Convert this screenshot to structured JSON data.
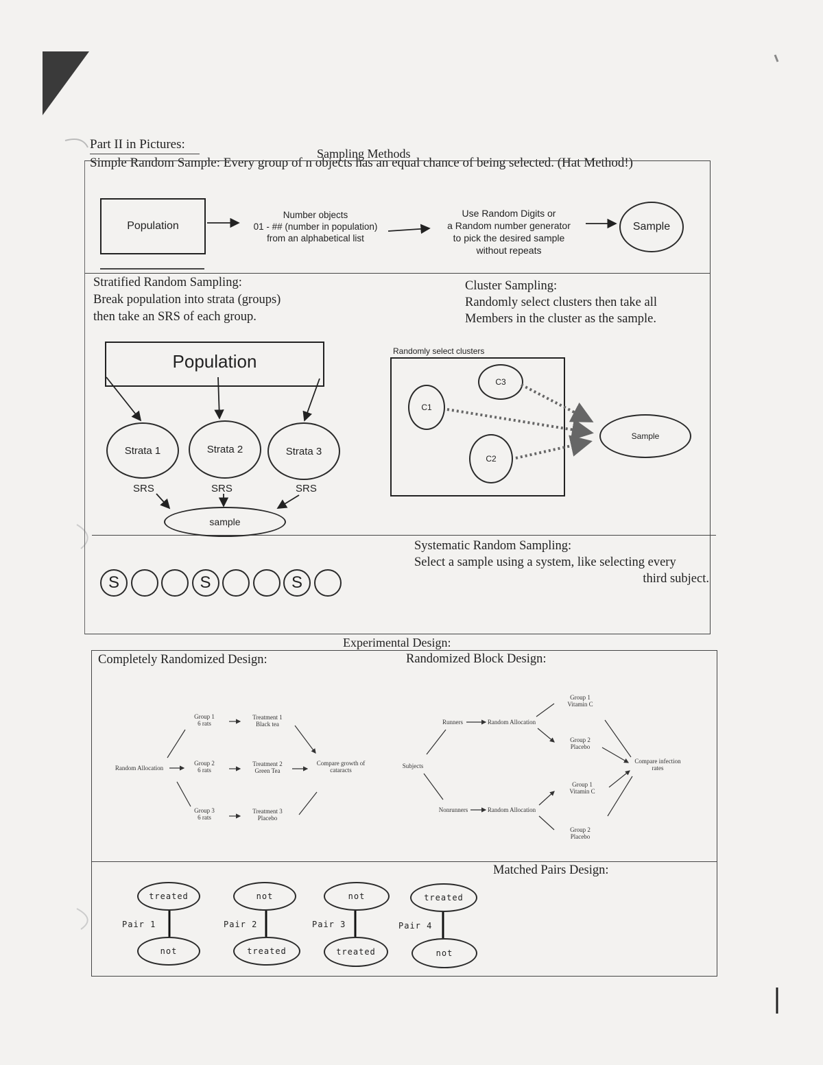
{
  "header": {
    "part_title": "Part II in Pictures:",
    "sampling_title": "Sampling Methods"
  },
  "srs": {
    "heading": "Simple Random Sample:",
    "description": "Every group of n objects has an equal chance of being selected. (Hat Method!)",
    "population": "Population",
    "step1": [
      "Number objects",
      "01 - ## (number in population)",
      "from an alphabetical list"
    ],
    "step2": [
      "Use Random Digits or",
      "a Random number generator",
      "to pick the desired sample",
      "without repeats"
    ],
    "sample": "Sample"
  },
  "stratified": {
    "heading": "Stratified Random Sampling:",
    "lines": [
      "Break population into strata (groups)",
      "then take an SRS of each group."
    ],
    "population": "Population",
    "strata": [
      "Strata 1",
      "Strata 2",
      "Strata 3"
    ],
    "srs_label": "SRS",
    "sample": "sample"
  },
  "cluster": {
    "heading": "Cluster Sampling:",
    "lines": [
      "Randomly select clusters then take all",
      "Members in the cluster as the sample."
    ],
    "box_label": "Randomly select clusters",
    "clusters": [
      "C1",
      "C3",
      "C2"
    ],
    "sample": "Sample"
  },
  "systematic": {
    "heading": "Systematic Random Sampling:",
    "lines": [
      "Select a sample using a system, like selecting every",
      "third subject."
    ],
    "circles": [
      "S",
      "",
      "",
      "S",
      "",
      "",
      "S",
      ""
    ]
  },
  "experimental": {
    "title": "Experimental Design:"
  },
  "crd": {
    "heading": "Completely Randomized Design:",
    "start": "Random Allocation",
    "groups": [
      [
        "Group 1",
        "6 rats"
      ],
      [
        "Group 2",
        "6 rats"
      ],
      [
        "Group 3",
        "6 rats"
      ]
    ],
    "treatments": [
      [
        "Treatment 1",
        "Black tea"
      ],
      [
        "Treatment 2",
        "Green Tea"
      ],
      [
        "Treatment 3",
        "Placebo"
      ]
    ],
    "outcome": [
      "Compare growth of",
      "cataracts"
    ]
  },
  "rbd": {
    "heading": "Randomized Block Design:",
    "subjects": "Subjects",
    "blocks": [
      "Runners",
      "Nonrunners"
    ],
    "allocation": "Random Allocation",
    "groups": [
      [
        "Group 1",
        "Vitamin C"
      ],
      [
        "Group 2",
        "Placebo"
      ],
      [
        "Group 1",
        "Vitamin C"
      ],
      [
        "Group 2",
        "Placebo"
      ]
    ],
    "outcome": [
      "Compare infection",
      "rates"
    ]
  },
  "matched": {
    "heading": "Matched Pairs Design:",
    "pairs": [
      {
        "label": "Pair 1",
        "top": "treated",
        "bottom": "not"
      },
      {
        "label": "Pair 2",
        "top": "not",
        "bottom": "treated"
      },
      {
        "label": "Pair 3",
        "top": "not",
        "bottom": "treated"
      },
      {
        "label": "Pair 4",
        "top": "treated",
        "bottom": "not"
      }
    ]
  }
}
